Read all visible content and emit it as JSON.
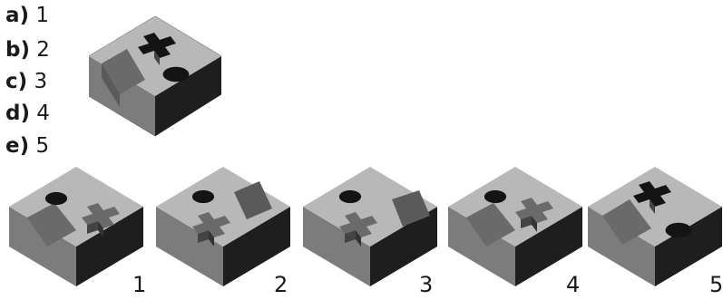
{
  "options": [
    {
      "letter": "a)",
      "value": "1"
    },
    {
      "letter": "b)",
      "value": "2"
    },
    {
      "letter": "c)",
      "value": "3"
    },
    {
      "letter": "d)",
      "value": "4"
    },
    {
      "letter": "e)",
      "value": "5"
    }
  ],
  "figures": [
    {
      "label": "1"
    },
    {
      "label": "2"
    },
    {
      "label": "3"
    },
    {
      "label": "4"
    },
    {
      "label": "5"
    }
  ],
  "colors": {
    "top": "#b8b8b8",
    "left": "#7c7c7c",
    "right": "#1e1e1e",
    "hole": "#141414",
    "slope": "#6a6a6a"
  }
}
